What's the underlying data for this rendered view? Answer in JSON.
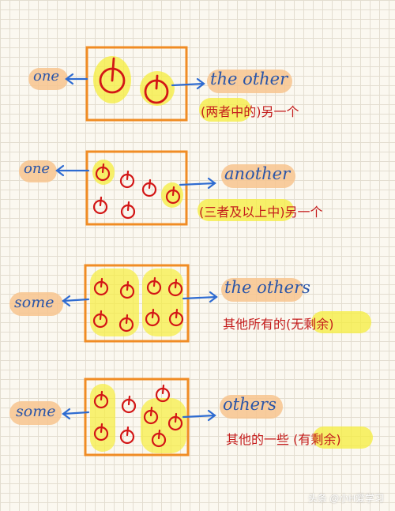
{
  "colors": {
    "box": "#f08c24",
    "apple": "#d31616",
    "highlight_yellow": "#f6ee3c",
    "highlight_orange": "#f7c48e",
    "arrow": "#2e6bd1",
    "english": "#2a55a8",
    "chinese": "#c41c1c"
  },
  "panels": [
    {
      "left_word": "one",
      "right_word": "the other",
      "chinese": "(两者中的)另一个"
    },
    {
      "left_word": "one",
      "right_word": "another",
      "chinese": "(三者及以上中)另一个"
    },
    {
      "left_word": "some",
      "right_word": "the others",
      "chinese": "其他所有的(无剩余)"
    },
    {
      "left_word": "some",
      "right_word": "others",
      "chinese": "其他的一些 (有剩余)"
    }
  ],
  "watermark": "头条 @小H爱学习"
}
